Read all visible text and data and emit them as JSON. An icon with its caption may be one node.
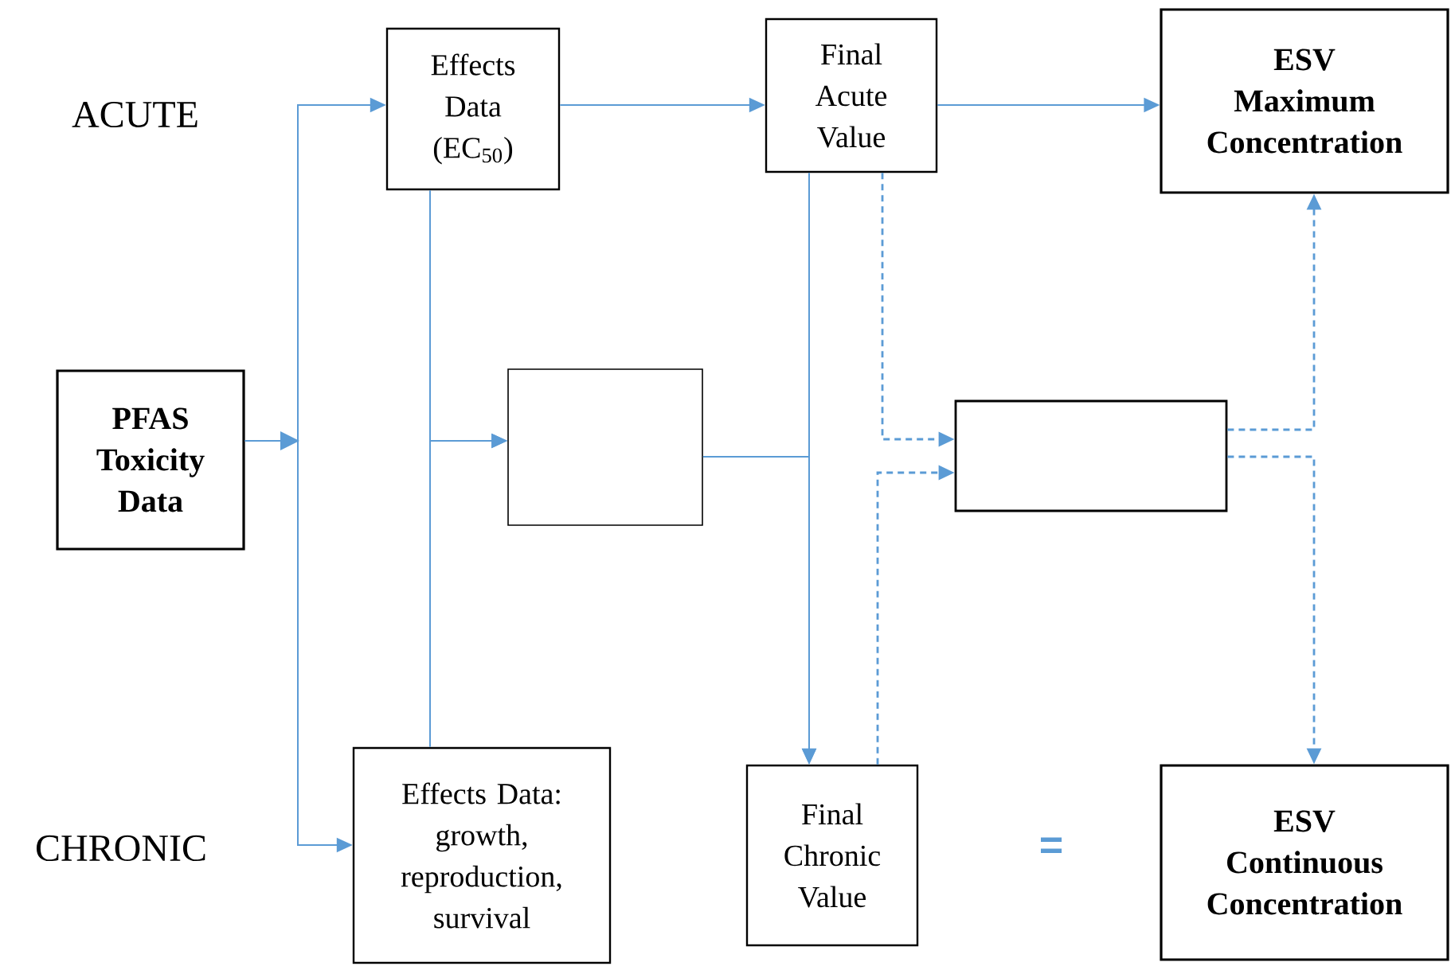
{
  "diagram": {
    "nodes": [
      {
        "text": [
          "PFAS Toxicity Data"
        ]
      },
      {
        "text": [
          "Effects Data (EC$_{50}$)"
        ]
      },
      {
        "text": [
          "Final Acute Value"
        ]
      },
      {
        "text": [
          "ESV Maximum Concentration"
        ]
      },
      {
        "text": [],
        "shape": "box"
      },
      {
        "text": [],
        "shape": "box"
      },
      {
        "text": [
          "Effects Data: growth, reproduction, survival"
        ]
      },
      {
        "text": [
          "Final Chronic Value"
        ]
      },
      {
        "text": [
          "ESV Continuous Concentration"
        ]
      }
    ],
    "edges": [
      {
        "from": 0,
        "to": 1,
        "arrow": "to"
      },
      {
        "from": 0,
        "to": 6,
        "arrow": "to"
      },
      {
        "from": 1,
        "to": 2,
        "arrow": "to"
      },
      {
        "from": 2,
        "to": 3,
        "arrow": "to"
      },
      {
        "from": 1,
        "to": 4,
        "arrow": "to"
      },
      {
        "from": 6,
        "to": 4,
        "arrow": "to"
      },
      {
        "from": 2,
        "to": 7,
        "arrow": "to"
      },
      {
        "from": 4,
        "to": 7,
        "arrow": "to"
      },
      {
        "from": 2,
        "to": 5,
        "arrow": "to",
        "style": "dashed"
      },
      {
        "from": 7,
        "to": 5,
        "arrow": "to",
        "style": "dashed"
      },
      {
        "from": 5,
        "to": 3,
        "arrow": "to",
        "style": "dashed"
      },
      {
        "from": 5,
        "to": 8,
        "arrow": "to",
        "style": "dashed"
      }
    ],
    "labels": [
      "ACUTE",
      "CHRONIC",
      "="
    ]
  }
}
